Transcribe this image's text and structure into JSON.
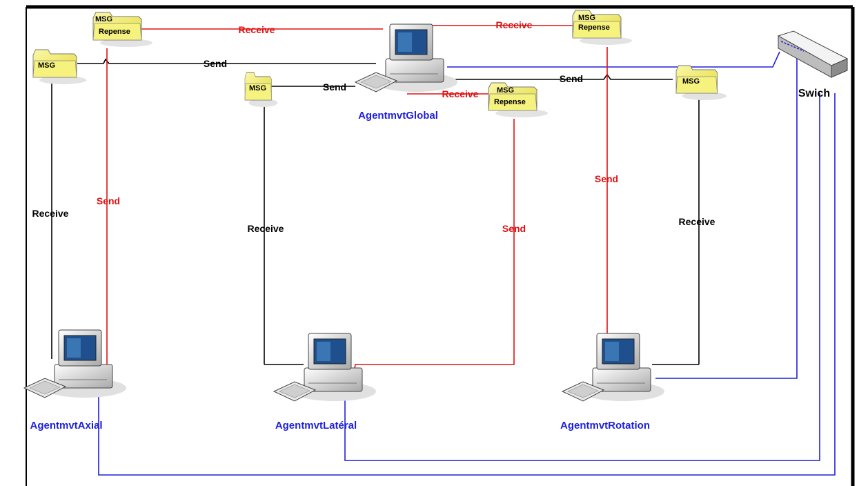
{
  "colors": {
    "send_receive": "#000000",
    "reply": "#e01010",
    "network": "#1f1fdc",
    "folder": "#f4f07a"
  },
  "agents": {
    "global": "AgentmvtGlobal",
    "axial": "AgentmvtAxial",
    "lateral": "AgentmvtLatéral",
    "rotation": "AgentmvtRotation"
  },
  "switch": {
    "label": "Swich"
  },
  "messages": {
    "msg": "MSG",
    "reply_line1": "MSG",
    "reply_line2": "Repense"
  },
  "links": {
    "send": "Send",
    "receive": "Receive"
  }
}
